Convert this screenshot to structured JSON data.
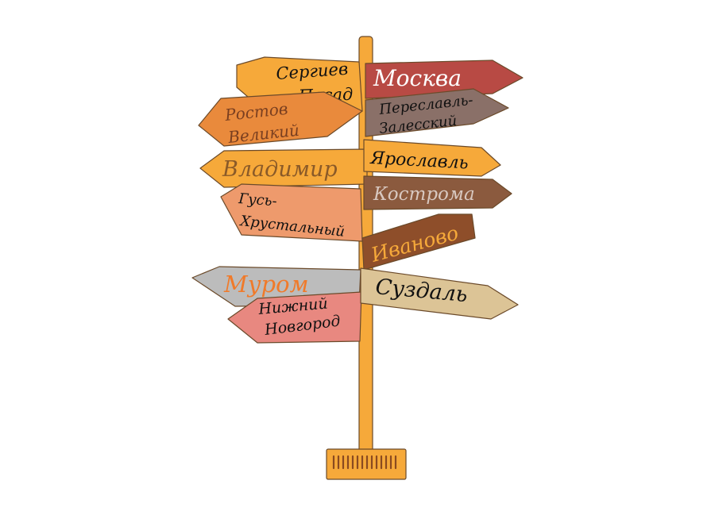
{
  "signs": {
    "moskva": {
      "label": "Москва",
      "fill": "#b84a44",
      "text_color": "#ffffff"
    },
    "sergiev": {
      "line1": "Сергиев",
      "line2": "Посад",
      "fill": "#f6a93a",
      "text_color": "#111111"
    },
    "pereslavl": {
      "line1": "Переславль-",
      "line2": "Залесский",
      "fill": "#8a7068",
      "text_color": "#111111"
    },
    "rostov": {
      "line1": "Ростов",
      "line2": "Великий",
      "fill": "#e98a3c",
      "text_color": "#7a3f20"
    },
    "yaroslavl": {
      "label": "Ярославль",
      "fill": "#f6a93a",
      "text_color": "#111111"
    },
    "vladimir": {
      "label": "Владимир",
      "fill": "#f6a93a",
      "text_color": "#8a5a28"
    },
    "kostroma": {
      "label": "Кострома",
      "fill": "#8b5a3e",
      "text_color": "#d8c8c0"
    },
    "gus": {
      "line1": "Гусь-",
      "line2": "Хрустальный",
      "fill": "#ee9a6c",
      "text_color": "#111111"
    },
    "ivanovo": {
      "label": "Иваново",
      "fill": "#8e4e2a",
      "text_color": "#f6a93a"
    },
    "murom": {
      "label": "Муром",
      "fill": "#bcbcbc",
      "text_color": "#f07a2a"
    },
    "suzdal": {
      "label": "Суздаль",
      "fill": "#dcc496",
      "text_color": "#111111"
    },
    "nizhny": {
      "line1": "Нижний",
      "line2": "Новгород",
      "fill": "#e88880",
      "text_color": "#111111"
    }
  },
  "colors": {
    "pole": "#f6a93a",
    "base": "#f6a93a",
    "base_lines": "#8a4a20"
  },
  "icons": {
    "pole": "signpost-pole",
    "base": "signpost-base"
  }
}
